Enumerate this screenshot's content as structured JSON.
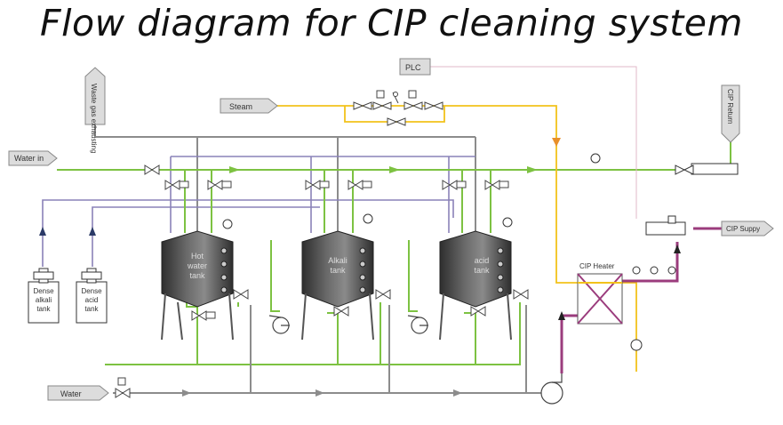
{
  "title": "Flow diagram for CIP cleaning system",
  "labels": {
    "plc": "PLC",
    "steam": "Steam",
    "water_in": "Water in",
    "water": "Water",
    "waste_gas": "Waste gas exhausting",
    "cip_return": "CIP Return",
    "cip_supply": "CIP Suppy",
    "cip_heater": "CIP Heater",
    "hot_water_tank": [
      "Hot",
      "water",
      "tank"
    ],
    "alkali_tank": [
      "Alkali",
      "tank"
    ],
    "acid_tank": [
      "acid",
      "tank"
    ],
    "dense_alkali_tank": [
      "Dense",
      "alkali",
      "tank"
    ],
    "dense_acid_tank": [
      "Dense",
      "acid",
      "tank"
    ]
  },
  "colors": {
    "green_line": "#7dc242",
    "gray_line": "#8c8c8c",
    "purple_line": "#8a82b8",
    "yellow_line": "#f2c21b",
    "magenta_line": "#9b3c7d",
    "orange_arrow": "#e8902a",
    "tank_dark": "#4a4a4a"
  }
}
